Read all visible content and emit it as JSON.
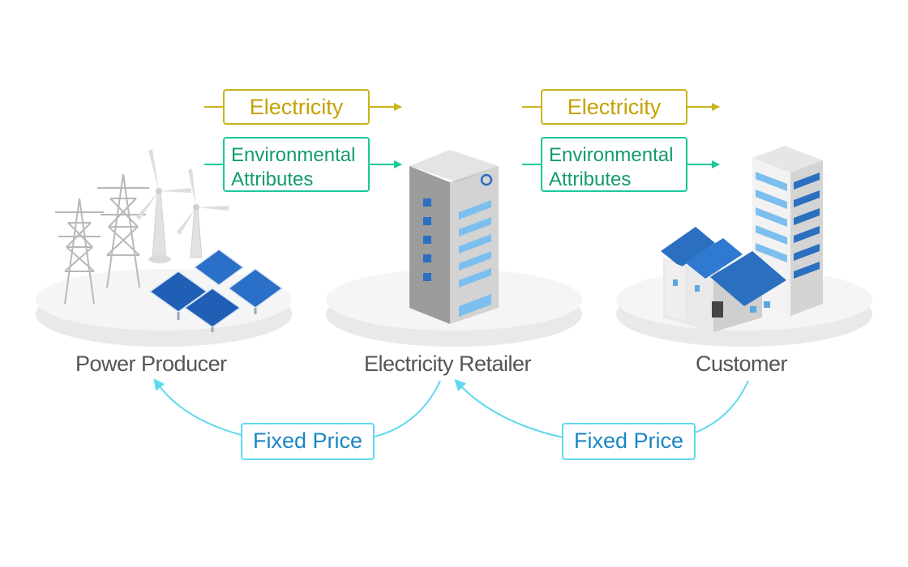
{
  "colors": {
    "electricity": "#c9b51c",
    "environmental": "#19c99a",
    "price": "#5fd9ee",
    "price_text": "#1b86c6",
    "label_text": "#555555",
    "solar_blue": "#1f5fb5",
    "building_blue": "#2a6fc0"
  },
  "nodes": {
    "producer": {
      "label": "Power Producer"
    },
    "retailer": {
      "label": "Electricity Retailer"
    },
    "customer": {
      "label": "Customer"
    }
  },
  "flows": {
    "left": {
      "electricity": "Electricity",
      "environmental_line1": "Environmental",
      "environmental_line2": "Attributes"
    },
    "right": {
      "electricity": "Electricity",
      "environmental_line1": "Environmental",
      "environmental_line2": "Attributes"
    }
  },
  "payments": {
    "left": "Fixed Price",
    "right": "Fixed Price"
  },
  "icons": [
    "transmission-tower-icon",
    "wind-turbine-icon",
    "solar-panel-icon",
    "office-building-icon",
    "factory-icon"
  ]
}
